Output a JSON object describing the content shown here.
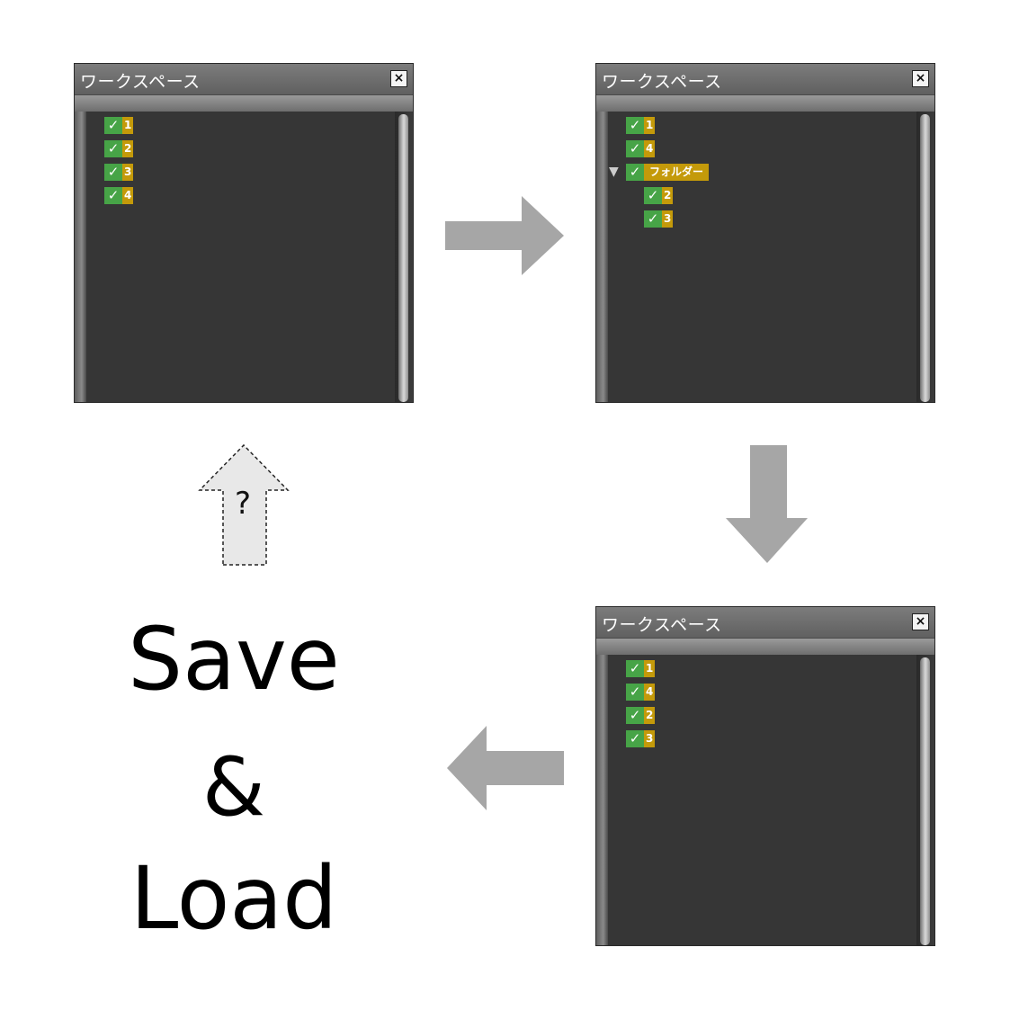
{
  "panels": [
    {
      "title": "ワークスペース",
      "close": "×",
      "items": [
        "1",
        "2",
        "3",
        "4"
      ]
    },
    {
      "title": "ワークスペース",
      "close": "×",
      "items_top": [
        "1",
        "4"
      ],
      "folder": {
        "toggle": "▼",
        "label": "フォルダー",
        "children": [
          "2",
          "3"
        ]
      }
    },
    {
      "title": "ワークスペース",
      "close": "×",
      "items": [
        "1",
        "4",
        "2",
        "3"
      ]
    }
  ],
  "check_glyph": "✓",
  "caption": {
    "line1": "Save",
    "line2": "&",
    "line3": "Load"
  },
  "question_mark": "?",
  "colors": {
    "panel_bg": "#363636",
    "check_green": "#47a447",
    "label_gold": "#c49a0a",
    "arrow_gray": "#a6a6a6"
  }
}
